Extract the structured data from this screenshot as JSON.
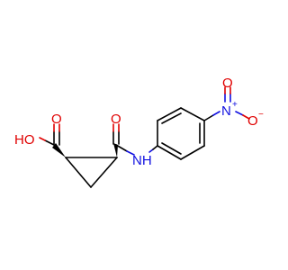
{
  "molecule": {
    "atoms": {
      "carboxyl_o_top": "O",
      "carboxyl_oh": "HO",
      "amide_o_top": "O",
      "amide_nh": "NH",
      "nitro_n": "N",
      "nitro_n_charge": "+",
      "nitro_o_top": "O",
      "nitro_o_right": "O",
      "nitro_o_charge": "−"
    },
    "colors": {
      "oxygen": "#e00000",
      "nitrogen": "#1010e0",
      "carbon_bond": "#000000"
    }
  }
}
